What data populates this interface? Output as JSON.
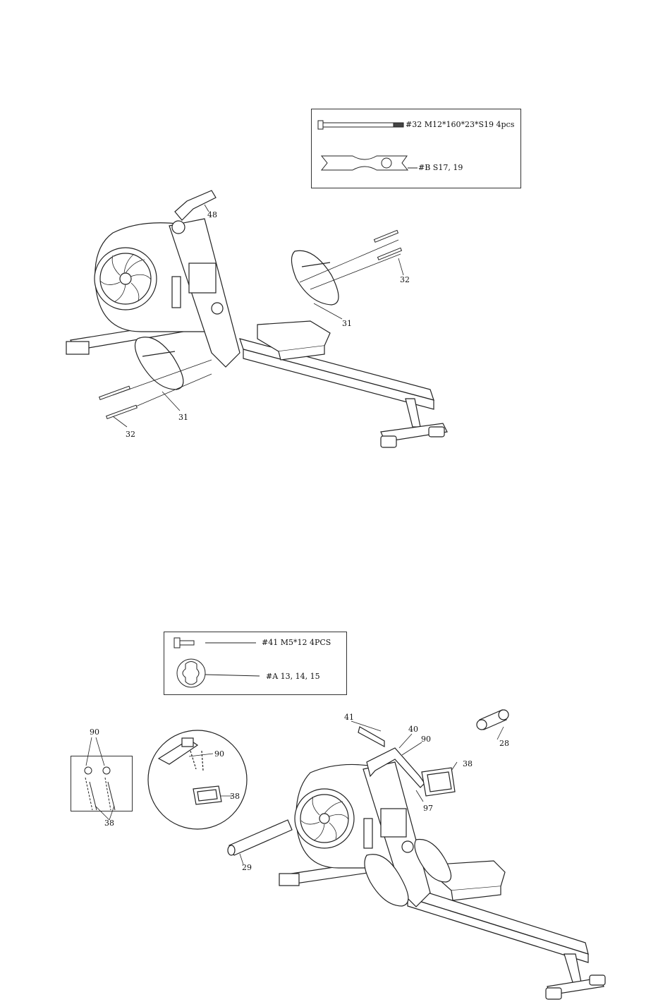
{
  "step1": {
    "hardware": {
      "bolt_label": "#32 M12*160*23*S19 4pcs",
      "wrench_label": "#B S17, 19"
    },
    "callouts": {
      "handlebar": "48",
      "bolt_right": "32",
      "pedal_right": "31",
      "pedal_left": "31",
      "bolt_left": "32"
    }
  },
  "step2": {
    "hardware": {
      "screw_label": "#41 M5*12 4PCS",
      "wrench_label": "#A 13, 14, 15"
    },
    "callouts": {
      "bolts": "41",
      "bracket": "40",
      "cable_top": "90",
      "front_bar": "28",
      "console": "38",
      "stem": "97",
      "rear_bar": "29",
      "inset_cable": "90",
      "inset_console": "38",
      "box_cable": "90",
      "box_console": "38"
    }
  }
}
